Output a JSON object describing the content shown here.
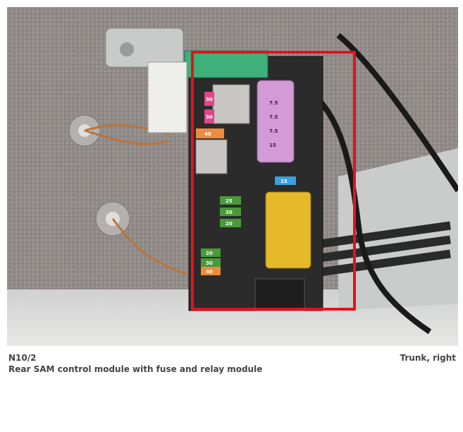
{
  "caption": {
    "code": "N10/2",
    "description": "Rear SAM control module with fuse and relay module",
    "location": "Trunk, right"
  },
  "photo": {
    "fuses": [
      {
        "id": "a",
        "label": "30",
        "color": "#e0468a"
      },
      {
        "id": "b",
        "label": "30",
        "color": "#e0468a"
      },
      {
        "id": "c",
        "label": "40",
        "color": "#f08a3c"
      },
      {
        "id": "d",
        "label": "7.5",
        "color": "#c48ad8"
      },
      {
        "id": "e",
        "label": "7.5",
        "color": "#c48ad8"
      },
      {
        "id": "f",
        "label": "7.5",
        "color": "#c48ad8"
      },
      {
        "id": "g",
        "label": "15",
        "color": "#c48ad8"
      },
      {
        "id": "h",
        "label": "15",
        "color": "#3aa0e0"
      },
      {
        "id": "i",
        "label": "25",
        "color": "#4a9a3a"
      },
      {
        "id": "j",
        "label": "30",
        "color": "#4a9a3a"
      },
      {
        "id": "k",
        "label": "20",
        "color": "#4a9a3a"
      },
      {
        "id": "l",
        "label": "20",
        "color": "#4a9a3a"
      },
      {
        "id": "m",
        "label": "30",
        "color": "#4a9a3a"
      },
      {
        "id": "n",
        "label": "40",
        "color": "#f08a3c"
      }
    ],
    "highlight_color": "#e8101a"
  }
}
